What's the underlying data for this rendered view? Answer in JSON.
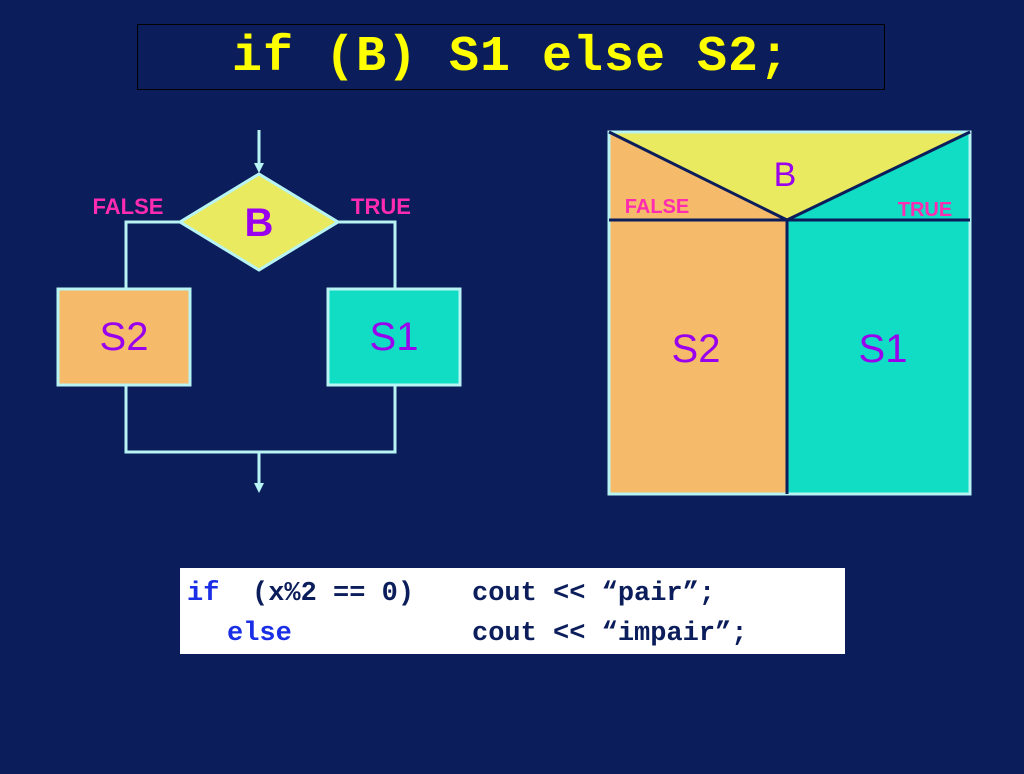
{
  "title": "if (B) S1 else S2;",
  "flowchart": {
    "condition": "B",
    "false_label": "FALSE",
    "true_label": "TRUE",
    "false_block": "S2",
    "true_block": "S1"
  },
  "nassi_diagram": {
    "condition": "B",
    "false_label": "FALSE",
    "true_label": "TRUE",
    "false_block": "S2",
    "true_block": "S1"
  },
  "code": {
    "line1_keyword": "if",
    "line1_condition": "(x%2 == 0)",
    "line1_statement": "cout << “pair”;",
    "line2_keyword": "else",
    "line2_statement": "cout << “impair”;"
  },
  "colors": {
    "background": "#0b1d5a",
    "title": "#ffff00",
    "condition_fill": "#eaea60",
    "false_fill": "#f5ba6a",
    "true_fill": "#11dcc4",
    "label_pink": "#ff2bb0",
    "block_text": "#9900ee",
    "line": "#b8f4f4"
  }
}
